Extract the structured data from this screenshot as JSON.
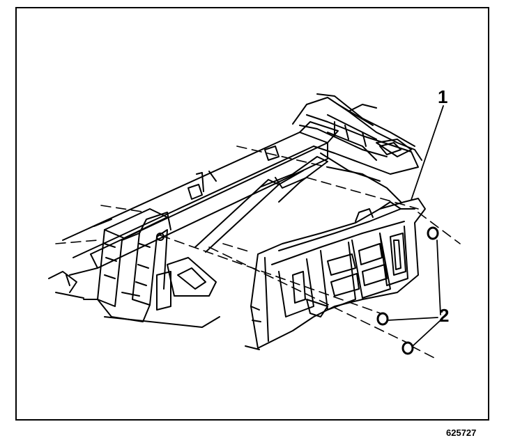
{
  "callouts": {
    "c1": "1",
    "c2": "2"
  },
  "figure_id": "625727",
  "colors": {
    "line": "#000000",
    "background": "#ffffff"
  }
}
